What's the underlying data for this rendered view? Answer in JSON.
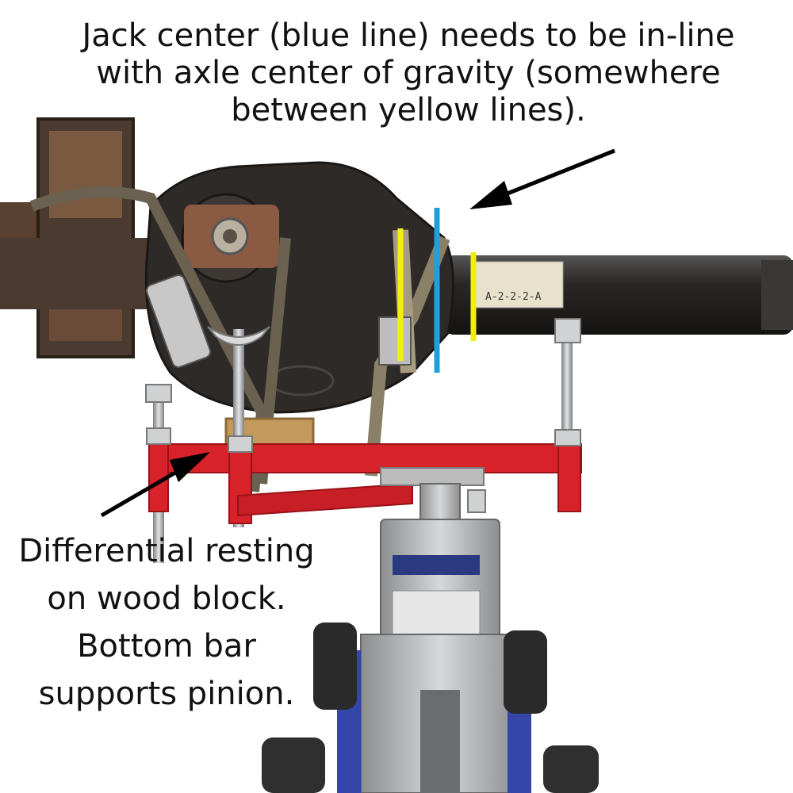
{
  "captions": {
    "top": [
      "Jack center (blue line) needs to be in-line",
      "with axle center of gravity (somewhere",
      "between yellow lines)."
    ],
    "bottom": [
      "Differential resting",
      "on wood block.",
      "Bottom bar",
      "supports pinion."
    ]
  },
  "label": {
    "tag_text": "A-2-2-2-A"
  },
  "colors": {
    "jack_center_line": "#1ea0e0",
    "cg_lines": "#f2ee10",
    "cradle": "#d8222a",
    "axle": "#2a2826",
    "jack_body": "#b9bbbd",
    "jack_frame": "#3447a8"
  }
}
